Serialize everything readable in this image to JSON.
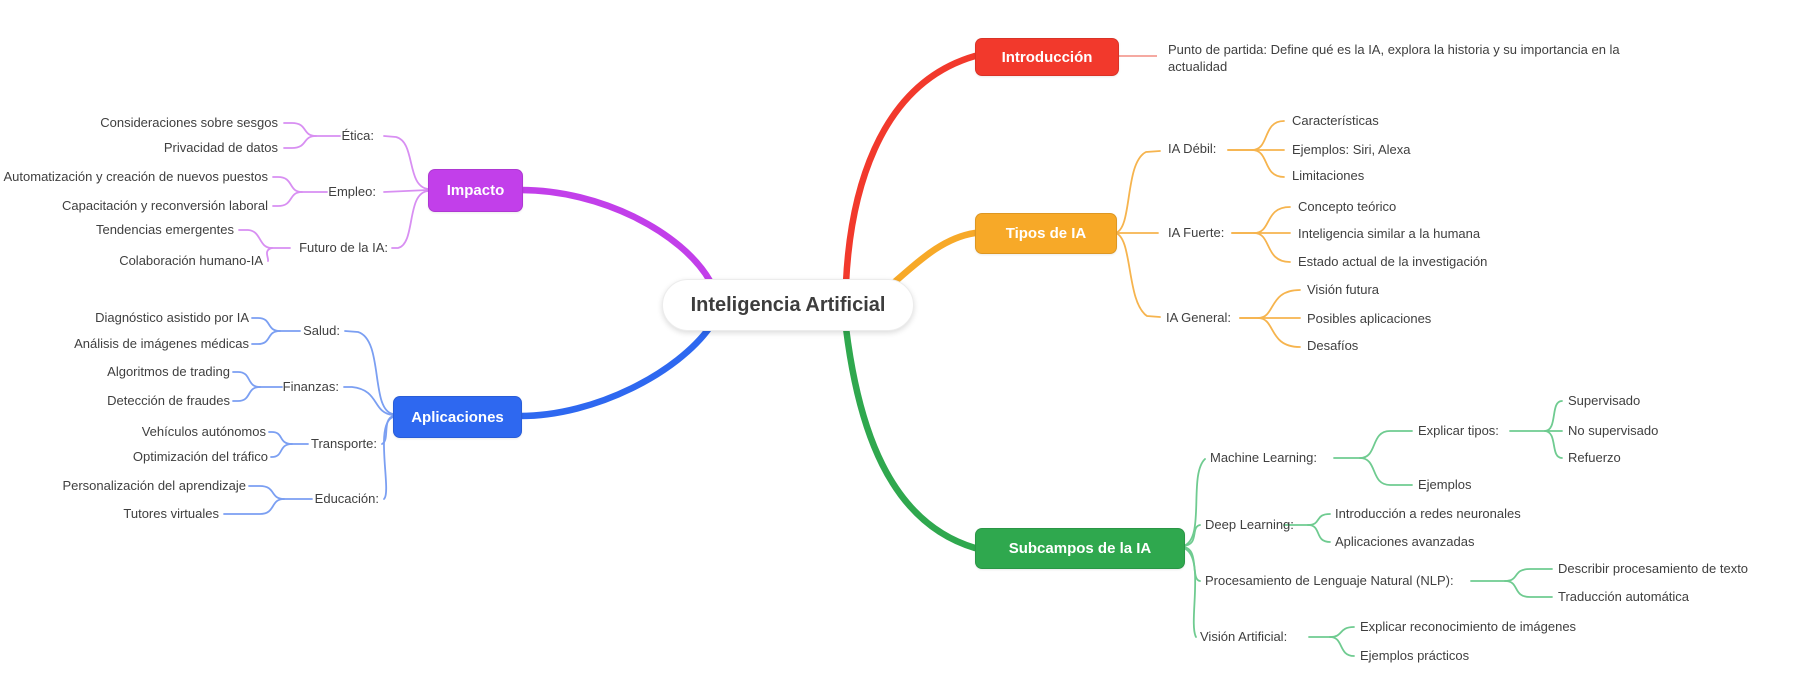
{
  "central": {
    "label": "Inteligencia Artificial"
  },
  "colors": {
    "introduccion": "#f2392c",
    "tipos_de_ia": "#f7a928",
    "subcampos": "#2fa84e",
    "impacto": "#c23fea",
    "aplicaciones": "#2e68f0"
  },
  "branches": {
    "introduccion": {
      "label": "Introducción",
      "note": "Punto de partida: Define qué es la IA, explora la historia y su importancia en la actualidad"
    },
    "tipos_de_ia": {
      "label": "Tipos de IA",
      "subtopics": [
        {
          "label": "IA Débil:",
          "children": [
            "Características",
            "Ejemplos: Siri, Alexa",
            "Limitaciones"
          ]
        },
        {
          "label": "IA Fuerte:",
          "children": [
            "Concepto teórico",
            "Inteligencia similar a la humana",
            "Estado actual de la investigación"
          ]
        },
        {
          "label": "IA General:",
          "children": [
            "Visión futura",
            "Posibles aplicaciones",
            "Desafíos"
          ]
        }
      ]
    },
    "subcampos": {
      "label": "Subcampos de la IA",
      "subtopics": [
        {
          "label": "Machine Learning:",
          "children": [
            {
              "label": "Explicar tipos:",
              "children": [
                "Supervisado",
                "No supervisado",
                "Refuerzo"
              ]
            },
            {
              "label": "Ejemplos"
            }
          ]
        },
        {
          "label": "Deep Learning:",
          "children": [
            "Introducción a redes neuronales",
            "Aplicaciones avanzadas"
          ]
        },
        {
          "label": "Procesamiento de Lenguaje Natural (NLP):",
          "children": [
            "Describir procesamiento de texto",
            "Traducción automática"
          ]
        },
        {
          "label": "Visión Artificial:",
          "children": [
            "Explicar reconocimiento de imágenes",
            "Ejemplos prácticos"
          ]
        }
      ]
    },
    "impacto": {
      "label": "Impacto",
      "subtopics": [
        {
          "label": "Ética:",
          "children": [
            "Consideraciones sobre sesgos",
            "Privacidad de datos"
          ]
        },
        {
          "label": "Empleo:",
          "children": [
            "Automatización y creación de nuevos puestos",
            "Capacitación y reconversión laboral"
          ]
        },
        {
          "label": "Futuro de la IA:",
          "children": [
            "Tendencias emergentes",
            "Colaboración humano-IA"
          ]
        }
      ]
    },
    "aplicaciones": {
      "label": "Aplicaciones",
      "subtopics": [
        {
          "label": "Salud:",
          "children": [
            "Diagnóstico asistido por IA",
            "Análisis de imágenes médicas"
          ]
        },
        {
          "label": "Finanzas:",
          "children": [
            "Algoritmos de trading",
            "Detección de fraudes"
          ]
        },
        {
          "label": "Transporte:",
          "children": [
            "Vehículos autónomos",
            "Optimización del tráfico"
          ]
        },
        {
          "label": "Educación:",
          "children": [
            "Personalización del aprendizaje",
            "Tutores virtuales"
          ]
        }
      ]
    }
  }
}
